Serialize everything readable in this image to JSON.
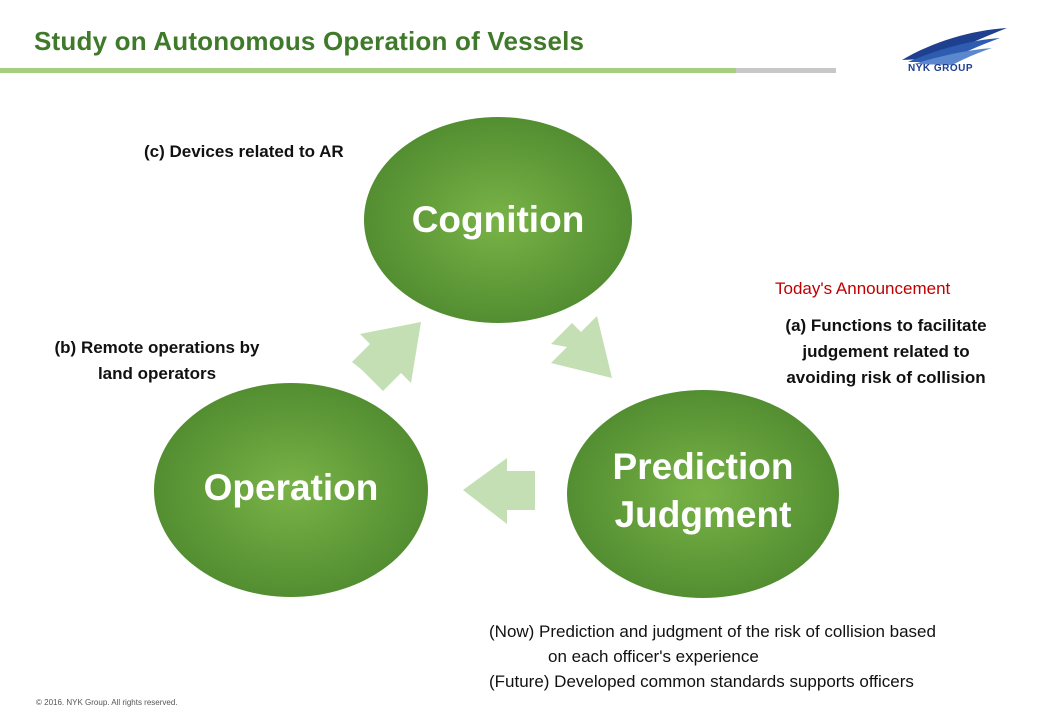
{
  "header": {
    "title": "Study on Autonomous Operation of Vessels",
    "logo_text": "NYK GROUP",
    "logo_icon": "wing-logo-icon",
    "colors": {
      "title": "#3f7a2a",
      "rule_green": "#a5cf7f",
      "rule_grey": "#c8c8c8",
      "logo": "#1f3f8f"
    }
  },
  "diagram": {
    "colors": {
      "circle_dark": "#4f8a2f",
      "circle_light": "#79b347",
      "arrow": "#c3dfb3",
      "circle_text": "#ffffff"
    },
    "circles": {
      "cognition": {
        "label": "Cognition"
      },
      "prediction": {
        "line1": "Prediction",
        "line2": "Judgment"
      },
      "operation": {
        "label": "Operation"
      }
    }
  },
  "notes": {
    "devices": "(c) Devices related to AR",
    "remote": {
      "line1": "(b) Remote operations by",
      "line2": "land operators"
    },
    "announcement": "Today's Announcement",
    "functions": {
      "line1": "(a) Functions to facilitate",
      "line2": "judgement related to",
      "line3": "avoiding risk of collision"
    },
    "now_line1": "(Now) Prediction and judgment of the risk of collision based",
    "now_line2": "on each officer's experience",
    "future": "(Future) Developed common standards supports officers"
  },
  "footer": {
    "copyright": "© 2016. NYK Group. All rights reserved."
  }
}
